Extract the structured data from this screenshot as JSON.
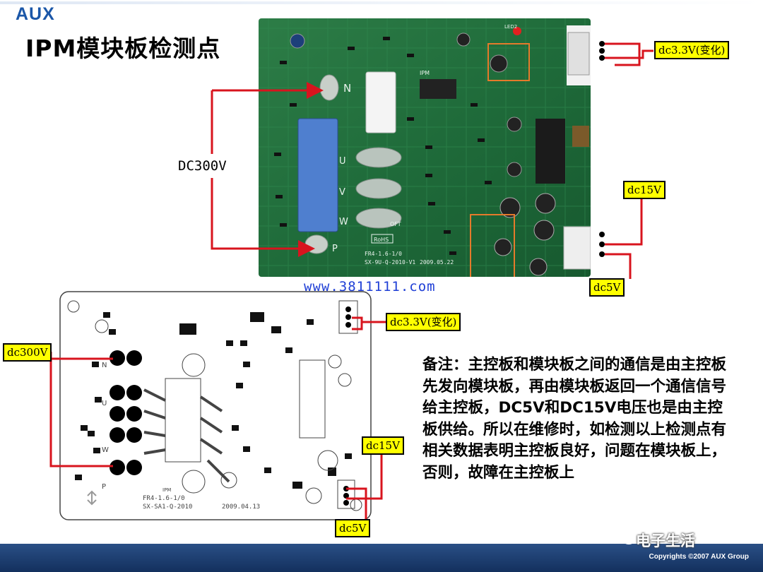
{
  "header": {
    "logo": "AUX",
    "title": "IPM模块板检测点"
  },
  "photo_board": {
    "silkscreen": [
      "FR4-1.6-1/0",
      "SX-9U-Q-2010-V1",
      "2009.05.22",
      "RoHS",
      "IPM",
      "OFT",
      "N",
      "U",
      "V",
      "W",
      "P",
      "LED2"
    ]
  },
  "drawing_board": {
    "silkscreen": [
      "FR4-1.6-1/0",
      "SX-SA1-Q-2010",
      "2009.04.13",
      "IPM",
      "N",
      "U",
      "W",
      "P"
    ]
  },
  "labels": {
    "dc300v_plain": "DC300V",
    "dc33v_top": "dc3.3V(变化)",
    "dc15v_top": "dc15V",
    "dc5v_top": "dc5V",
    "dc300v_box": "dc300V",
    "dc33v_bottom": "dc3.3V(变化)",
    "dc15v_bottom": "dc15V",
    "dc5v_bottom": "dc5V"
  },
  "url": "www.3811111.com",
  "note": "备注：主控板和模块板之间的通信是由主控板先发向模块板，再由模块板返回一个通信信号给主控板，DC5V和DC15V电压也是由主控板供给。所以在维修时，如检测以上检测点有相关数据表明主控板良好，问题在模块板上，否则，故障在主控板上",
  "footer": {
    "copyright": "Copyrights ©2007  AUX Group",
    "watermark": "电子生活"
  },
  "colors": {
    "logo": "#1b57a8",
    "pcb_green": "#1f6b3a",
    "label_yellow": "#ffff00",
    "wire_red": "#d8141e",
    "footer_blue": "#1d3d72",
    "url_blue": "#1f3fd6"
  }
}
